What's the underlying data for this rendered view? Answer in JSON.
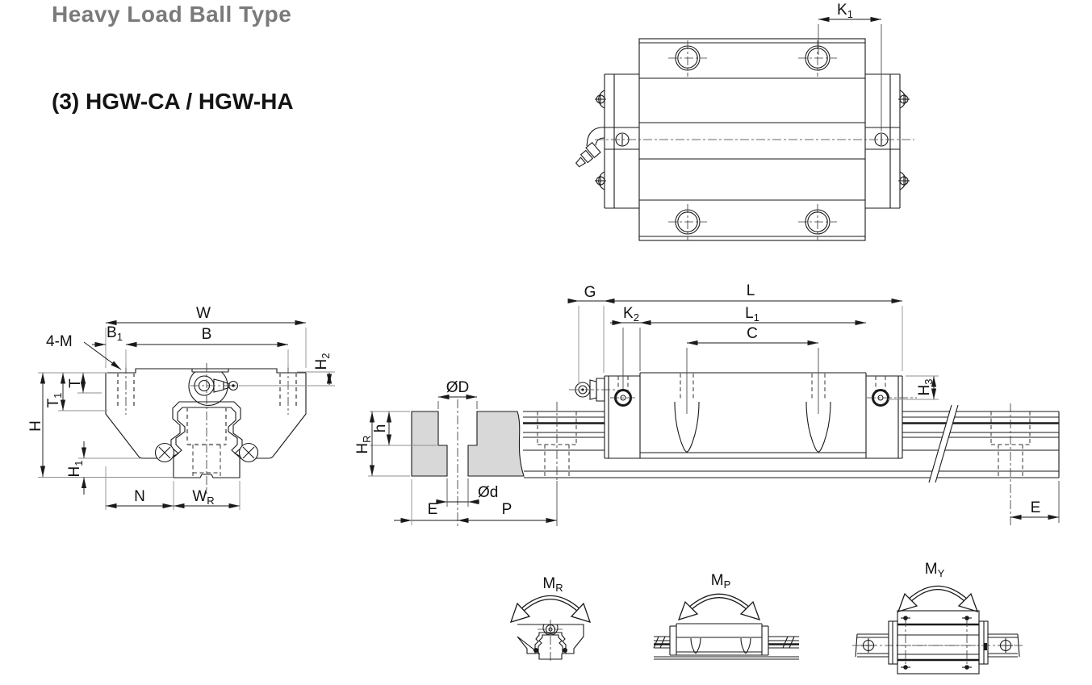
{
  "page": {
    "title": "Heavy Load Ball Type",
    "product_code": "(3) HGW-CA / HGW-HA",
    "colors": {
      "title_gray": "#7a7a7a",
      "line": "#1a1a1a",
      "rail_section_fill": "#d8d8d8",
      "background": "#ffffff"
    }
  },
  "views": {
    "top": {
      "name": "block-top-view",
      "labels": {
        "K1": {
          "main": "K",
          "sub": "1"
        }
      }
    },
    "front": {
      "name": "block-front-section",
      "labels": {
        "W": {
          "main": "W",
          "sub": ""
        },
        "B": {
          "main": "B",
          "sub": ""
        },
        "B1": {
          "main": "B",
          "sub": "1"
        },
        "M4": {
          "main": "4-M",
          "sub": ""
        },
        "H2": {
          "main": "H",
          "sub": "2"
        },
        "T": {
          "main": "T",
          "sub": ""
        },
        "T1": {
          "main": "T",
          "sub": "1"
        },
        "H": {
          "main": "H",
          "sub": ""
        },
        "H1": {
          "main": "H",
          "sub": "1"
        },
        "N": {
          "main": "N",
          "sub": ""
        },
        "WR": {
          "main": "W",
          "sub": "R"
        }
      }
    },
    "rail": {
      "name": "rail-cross-section",
      "labels": {
        "OD": {
          "main": "ØD",
          "sub": ""
        },
        "h": {
          "main": "h",
          "sub": ""
        },
        "HR": {
          "main": "H",
          "sub": "R"
        },
        "Od": {
          "main": "Ød",
          "sub": ""
        },
        "E": {
          "main": "E",
          "sub": ""
        },
        "P": {
          "main": "P",
          "sub": ""
        }
      }
    },
    "side": {
      "name": "block-side-view",
      "labels": {
        "G": {
          "main": "G",
          "sub": ""
        },
        "L": {
          "main": "L",
          "sub": ""
        },
        "K2": {
          "main": "K",
          "sub": "2"
        },
        "L1": {
          "main": "L",
          "sub": "1"
        },
        "C": {
          "main": "C",
          "sub": ""
        },
        "H3": {
          "main": "H",
          "sub": "3"
        },
        "E": {
          "main": "E",
          "sub": ""
        }
      }
    },
    "moments": {
      "name": "moment-directions",
      "labels": {
        "MR": {
          "main": "M",
          "sub": "R"
        },
        "MP": {
          "main": "M",
          "sub": "P"
        },
        "MY": {
          "main": "M",
          "sub": "Y"
        }
      }
    }
  }
}
